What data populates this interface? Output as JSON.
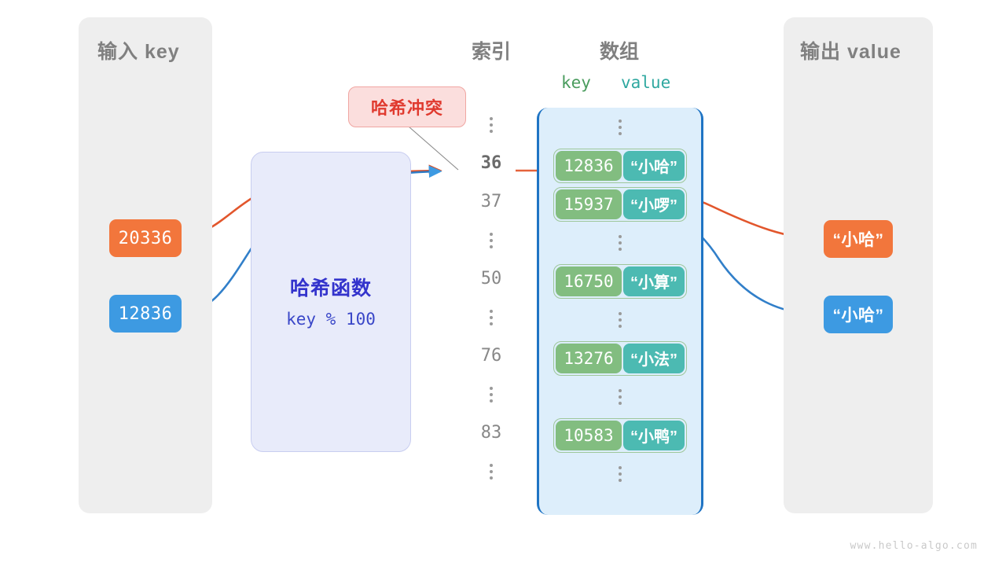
{
  "diagram": {
    "title": "hash-collision-diagram",
    "watermark": "www.hello-algo.com"
  },
  "input_panel": {
    "title": "输入 key",
    "keys": [
      {
        "value": "20336",
        "color": "#f2763c"
      },
      {
        "value": "12836",
        "color": "#3d9ae2"
      }
    ]
  },
  "hash_function": {
    "title": "哈希函数",
    "expression": "key % 100",
    "text_color": "#3333cc",
    "fill_color": "#e8ebfa"
  },
  "collision": {
    "label": "哈希冲突",
    "text_color": "#e03a2f",
    "fill_color": "#fbdedd"
  },
  "array_section": {
    "index_header": "索引",
    "array_header": "数组",
    "key_header": "key",
    "value_header": "value",
    "key_header_color": "#4a9c5e",
    "value_header_color": "#2fa8a0",
    "container_color": "#ddeefb",
    "border_color": "#1f74c4",
    "rows": [
      {
        "type": "ellipsis",
        "index": "",
        "key": "",
        "value": "",
        "active": false
      },
      {
        "type": "entry",
        "index": "36",
        "key": "12836",
        "value": "“小哈”",
        "active": true
      },
      {
        "type": "entry",
        "index": "37",
        "key": "15937",
        "value": "“小啰”",
        "active": false
      },
      {
        "type": "ellipsis",
        "index": "",
        "key": "",
        "value": "",
        "active": false
      },
      {
        "type": "entry",
        "index": "50",
        "key": "16750",
        "value": "“小算”",
        "active": false
      },
      {
        "type": "ellipsis",
        "index": "",
        "key": "",
        "value": "",
        "active": false
      },
      {
        "type": "entry",
        "index": "76",
        "key": "13276",
        "value": "“小法”",
        "active": false
      },
      {
        "type": "ellipsis",
        "index": "",
        "key": "",
        "value": "",
        "active": false
      },
      {
        "type": "entry",
        "index": "83",
        "key": "10583",
        "value": "“小鸭”",
        "active": false
      },
      {
        "type": "ellipsis",
        "index": "",
        "key": "",
        "value": "",
        "active": false
      }
    ]
  },
  "output_panel": {
    "title": "输出 value",
    "values": [
      {
        "value": "“小哈”",
        "color": "#f2763c"
      },
      {
        "value": "“小哈”",
        "color": "#3d9ae2"
      }
    ]
  },
  "colors": {
    "orange": "#f2763c",
    "orange_line": "#e0481a",
    "blue": "#3d9ae2",
    "blue_line": "#1f74c4",
    "green_key": "#82bd80",
    "teal_value": "#4cbab2",
    "panel_gray": "#eeeeee",
    "text_gray": "#808080"
  }
}
